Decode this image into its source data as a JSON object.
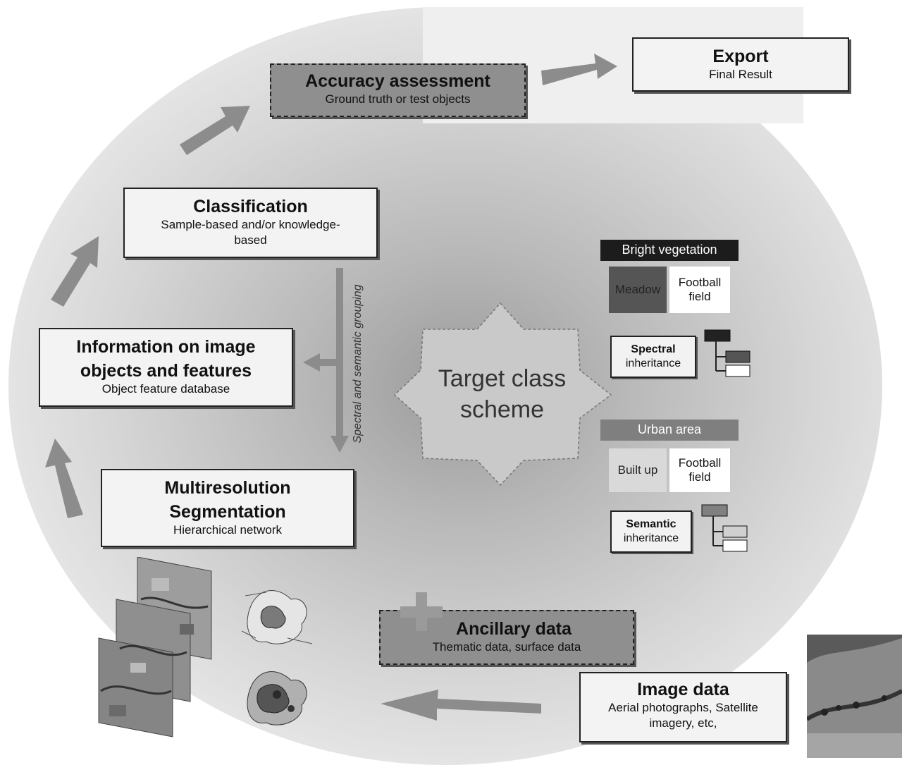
{
  "nodes": {
    "export": {
      "title": "Export",
      "subtitle": "Final Result"
    },
    "accuracy": {
      "title": "Accuracy assessment",
      "subtitle": "Ground truth or test objects"
    },
    "classification": {
      "title": "Classification",
      "subtitle": "Sample-based and/or knowledge-based"
    },
    "information": {
      "title_line1": "Information on image",
      "title_line2": "objects and features",
      "subtitle": "Object feature database"
    },
    "segmentation": {
      "title_line1": "Multiresolution",
      "title_line2": "Segmentation",
      "subtitle": "Hierarchical network"
    },
    "ancillary": {
      "title": "Ancillary data",
      "subtitle": "Thematic data, surface data"
    },
    "image_data": {
      "title": "Image data",
      "subtitle_line1": "Aerial photographs, Satellite",
      "subtitle_line2": "imagery, etc,"
    },
    "target": {
      "line1": "Target class",
      "line2": "scheme"
    }
  },
  "grouping_label": "Spectral and semantic grouping",
  "legend": {
    "bright_vegetation": {
      "label": "Bright vegetation",
      "left": "Meadow",
      "right_line1": "Football",
      "right_line2": "field"
    },
    "spectral": {
      "line1": "Spectral",
      "line2": "inheritance"
    },
    "urban_area": {
      "label": "Urban area",
      "left": "Built up",
      "right_line1": "Football",
      "right_line2": "field"
    },
    "semantic": {
      "line1": "Semantic",
      "line2": "inheritance"
    }
  },
  "colors": {
    "arrow": "#8c8c8c",
    "dark_tag": "#1c1c1c",
    "gray_tag": "#7f7f7f",
    "meadow": "#555555",
    "builtup": "#d9d9d9"
  }
}
